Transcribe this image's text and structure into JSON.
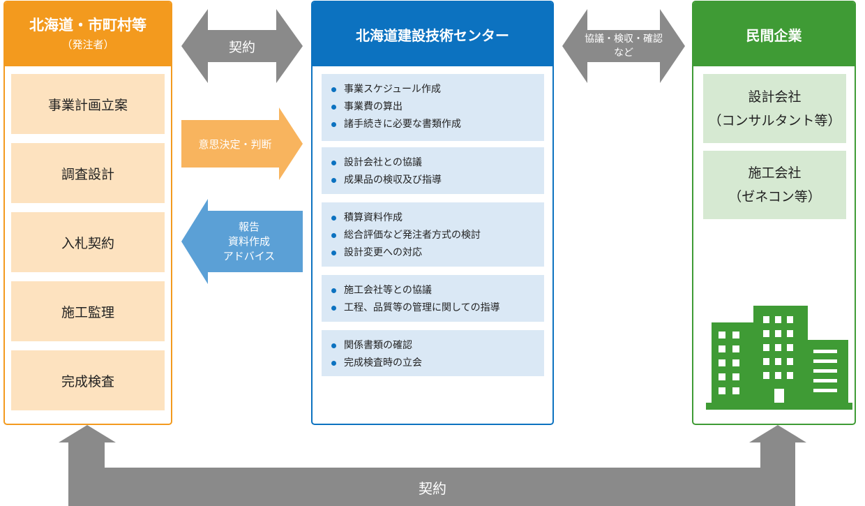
{
  "left_column": {
    "title": "北海道・市町村等",
    "subtitle": "（発注者）",
    "steps": [
      "事業計画立案",
      "調査設計",
      "入札契約",
      "施工監理",
      "完成検査"
    ]
  },
  "center_column": {
    "title": "北海道建設技術センター",
    "groups": [
      [
        "事業スケジュール作成",
        "事業費の算出",
        "諸手続きに必要な書類作成"
      ],
      [
        "設計会社との協議",
        "成果品の検収及び指導"
      ],
      [
        "積算資料作成",
        "総合評価など発注者方式の検討",
        "設計変更への対応"
      ],
      [
        "施工会社等との協議",
        "工程、品質等の管理に関しての指導"
      ],
      [
        "関係書類の確認",
        "完成検査時の立会"
      ]
    ]
  },
  "right_column": {
    "title": "民間企業",
    "companies": [
      {
        "line1": "設計会社",
        "line2": "（コンサルタント等）"
      },
      {
        "line1": "施工会社",
        "line2": "（ゼネコン等）"
      }
    ],
    "building_icon": "office-buildings-icon"
  },
  "arrows": {
    "left_contract": "契約",
    "decision": "意思決定・判断",
    "report": {
      "line1": "報告",
      "line2": "資料作成",
      "line3": "アドバイス"
    },
    "right_consult": {
      "line1": "協議・検収・確認",
      "line2": "など"
    },
    "bottom_contract": "契約"
  },
  "colors": {
    "orange": "#f39a1e",
    "light_orange": "#fde2bf",
    "blue": "#0c72c0",
    "light_blue": "#dae8f5",
    "mid_blue": "#5ba0d6",
    "green": "#3f9b35",
    "light_green": "#d6e9d2",
    "gray_arrow": "#8a8a8a"
  }
}
